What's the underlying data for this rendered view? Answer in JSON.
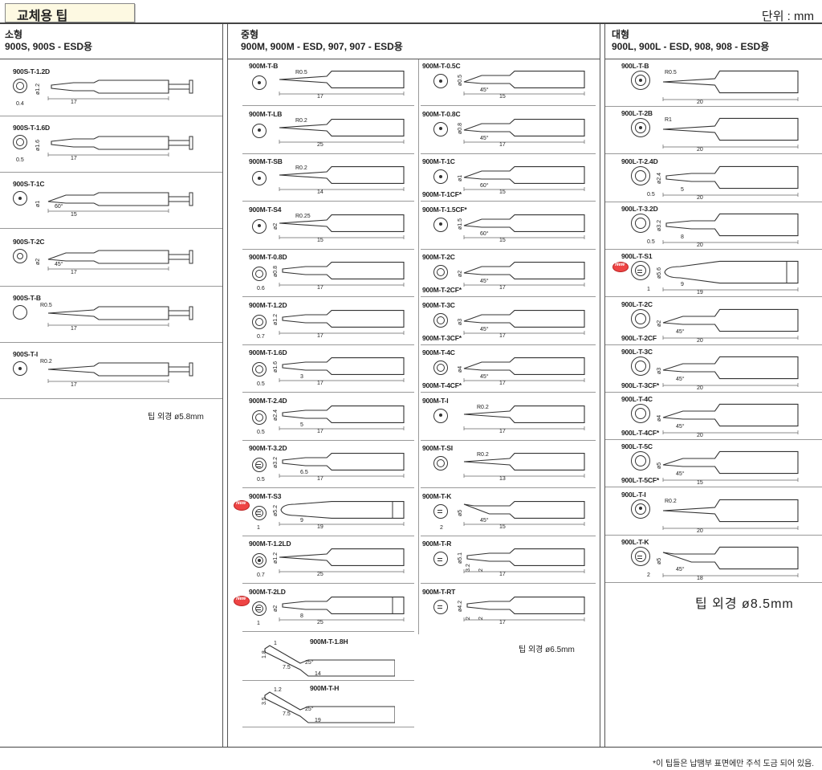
{
  "header": {
    "title": "교체용 팁",
    "unit": "단위 : mm"
  },
  "sections": {
    "small": {
      "name": "소형",
      "models": "900S, 900S - ESD용"
    },
    "medium": {
      "name": "중형",
      "models": "900M, 900M - ESD, 907, 907 - ESD용"
    },
    "large": {
      "name": "대형",
      "models": "900L, 900L - ESD, 908, 908 - ESD용"
    }
  },
  "small_tips": [
    {
      "label": "900S-T-1.2D",
      "dia": "ø1.2",
      "d1": "17",
      "d2": "0.4"
    },
    {
      "label": "900S-T-1.6D",
      "dia": "ø1.6",
      "d1": "17",
      "d2": "0.5"
    },
    {
      "label": "900S-T-1C",
      "dia": "ø1",
      "d1": "15",
      "ang": "60°"
    },
    {
      "label": "900S-T-2C",
      "dia": "ø2",
      "d1": "17",
      "ang": "45°"
    },
    {
      "label": "900S-T-B",
      "rad": "R0.5",
      "d1": "17"
    },
    {
      "label": "900S-T-I",
      "rad": "R0.2",
      "d1": "17"
    }
  ],
  "small_note": "팁 외경  ø5.8mm",
  "medium_left": [
    {
      "label": "900M-T-B",
      "rad": "R0.5",
      "d1": "17"
    },
    {
      "label": "900M-T-LB",
      "rad": "R0.2",
      "d1": "25"
    },
    {
      "label": "900M-T-SB",
      "rad": "R0.2",
      "d1": "14"
    },
    {
      "label": "900M-T-S4",
      "rad": "R0.25",
      "dia": "ø2",
      "d1": "15"
    },
    {
      "label": "900M-T-0.8D",
      "dia": "ø0.8",
      "d1": "17",
      "d2": "0.6"
    },
    {
      "label": "900M-T-1.2D",
      "dia": "ø1.2",
      "d1": "17",
      "d2": "0.7"
    },
    {
      "label": "900M-T-1.6D",
      "dia": "ø1.6",
      "d1": "17",
      "d3": "3",
      "d2": "0.5"
    },
    {
      "label": "900M-T-2.4D",
      "dia": "ø2.4",
      "d1": "17",
      "d3": "5",
      "d2": "0.5"
    },
    {
      "label": "900M-T-3.2D",
      "dia": "ø3.2",
      "d1": "17",
      "d3": "6.5",
      "d2": "0.5"
    },
    {
      "label": "900M-T-S3",
      "dia": "ø5.2",
      "d1": "19",
      "d3": "9",
      "d2": "1"
    },
    {
      "label": "900M-T-1.2LD",
      "dia": "ø1.2",
      "d1": "25",
      "d2": "0.7"
    },
    {
      "label": "900M-T-2LD",
      "dia": "ø2",
      "d1": "25",
      "d3": "8",
      "d2": "1"
    }
  ],
  "medium_bent": [
    {
      "label": "900M-T-1.8H",
      "a": "1",
      "b": "1.8",
      "c": "7.5",
      "d": "25°",
      "e": "14"
    },
    {
      "label": "900M-T-H",
      "a": "1.2",
      "b": "3.5",
      "c": "7.5",
      "d": "25°",
      "e": "19"
    }
  ],
  "medium_right": [
    {
      "label": "900M-T-0.5C",
      "dia": "ø0.5",
      "ang": "45°",
      "d1": "15"
    },
    {
      "label": "900M-T-0.8C",
      "dia": "ø0.8",
      "ang": "45°",
      "d1": "17"
    },
    {
      "label": "900M-T-1C",
      "sub": "900M-T-1CF*",
      "dia": "ø1",
      "ang": "60°",
      "d1": "15"
    },
    {
      "label": "900M-T-1.5CF*",
      "dia": "ø1.5",
      "ang": "60°",
      "d1": "15"
    },
    {
      "label": "900M-T-2C",
      "sub": "900M-T-2CF*",
      "dia": "ø2",
      "ang": "45°",
      "d1": "17"
    },
    {
      "label": "900M-T-3C",
      "sub": "900M-T-3CF*",
      "dia": "ø3",
      "ang": "45°",
      "d1": "17"
    },
    {
      "label": "900M-T-4C",
      "sub": "900M-T-4CF*",
      "dia": "ø4",
      "ang": "45°",
      "d1": "17"
    },
    {
      "label": "900M-T-I",
      "rad": "R0.2",
      "d1": "17"
    },
    {
      "label": "900M-T-SI",
      "rad": "R0.2",
      "d1": "13"
    },
    {
      "label": "900M-T-K",
      "dia": "ø5",
      "ang": "45°",
      "d1": "15",
      "d2": "2"
    },
    {
      "label": "900M-T-R",
      "dia": "ø5.1",
      "d1": "17",
      "d3": "3.2",
      "d4": "2"
    },
    {
      "label": "900M-T-RT",
      "dia": "ø4.2",
      "d1": "17",
      "d3": "2",
      "d4": "2"
    }
  ],
  "medium_note": "팁 외경  ø6.5mm",
  "large_tips": [
    {
      "label": "900L-T-B",
      "rad": "R0.5",
      "d1": "20"
    },
    {
      "label": "900L-T-2B",
      "rad": "R1",
      "d1": "20"
    },
    {
      "label": "900L-T-2.4D",
      "dia": "ø2.4",
      "d1": "20",
      "d3": "5",
      "d2": "0.5"
    },
    {
      "label": "900L-T-3.2D",
      "dia": "ø3.2",
      "d1": "20",
      "d3": "8",
      "d2": "0.5"
    },
    {
      "label": "900L-T-S1",
      "dia": "ø5.6",
      "d1": "19",
      "d3": "9",
      "d2": "1"
    },
    {
      "label": "900L-T-2C",
      "sub": "900L-T-2CF",
      "dia": "ø2",
      "ang": "45°",
      "d1": "20"
    },
    {
      "label": "900L-T-3C",
      "sub": "900L-T-3CF*",
      "dia": "ø3",
      "ang": "45°",
      "d1": "20"
    },
    {
      "label": "900L-T-4C",
      "sub": "900L-T-4CF*",
      "dia": "ø4",
      "ang": "45°",
      "d1": "20"
    },
    {
      "label": "900L-T-5C",
      "sub": "900L-T-5CF*",
      "dia": "ø5",
      "ang": "45°",
      "d1": "15"
    },
    {
      "label": "900L-T-I",
      "rad": "R0.2",
      "d1": "20"
    },
    {
      "label": "900L-T-K",
      "dia": "ø5",
      "ang": "45°",
      "d1": "18",
      "d2": "2"
    }
  ],
  "large_note": "팁 외경   ø8.5mm",
  "new_badge": "New",
  "footer": "*이 팁들은 납땜부 표면에만 주석 도금 되어 있음."
}
